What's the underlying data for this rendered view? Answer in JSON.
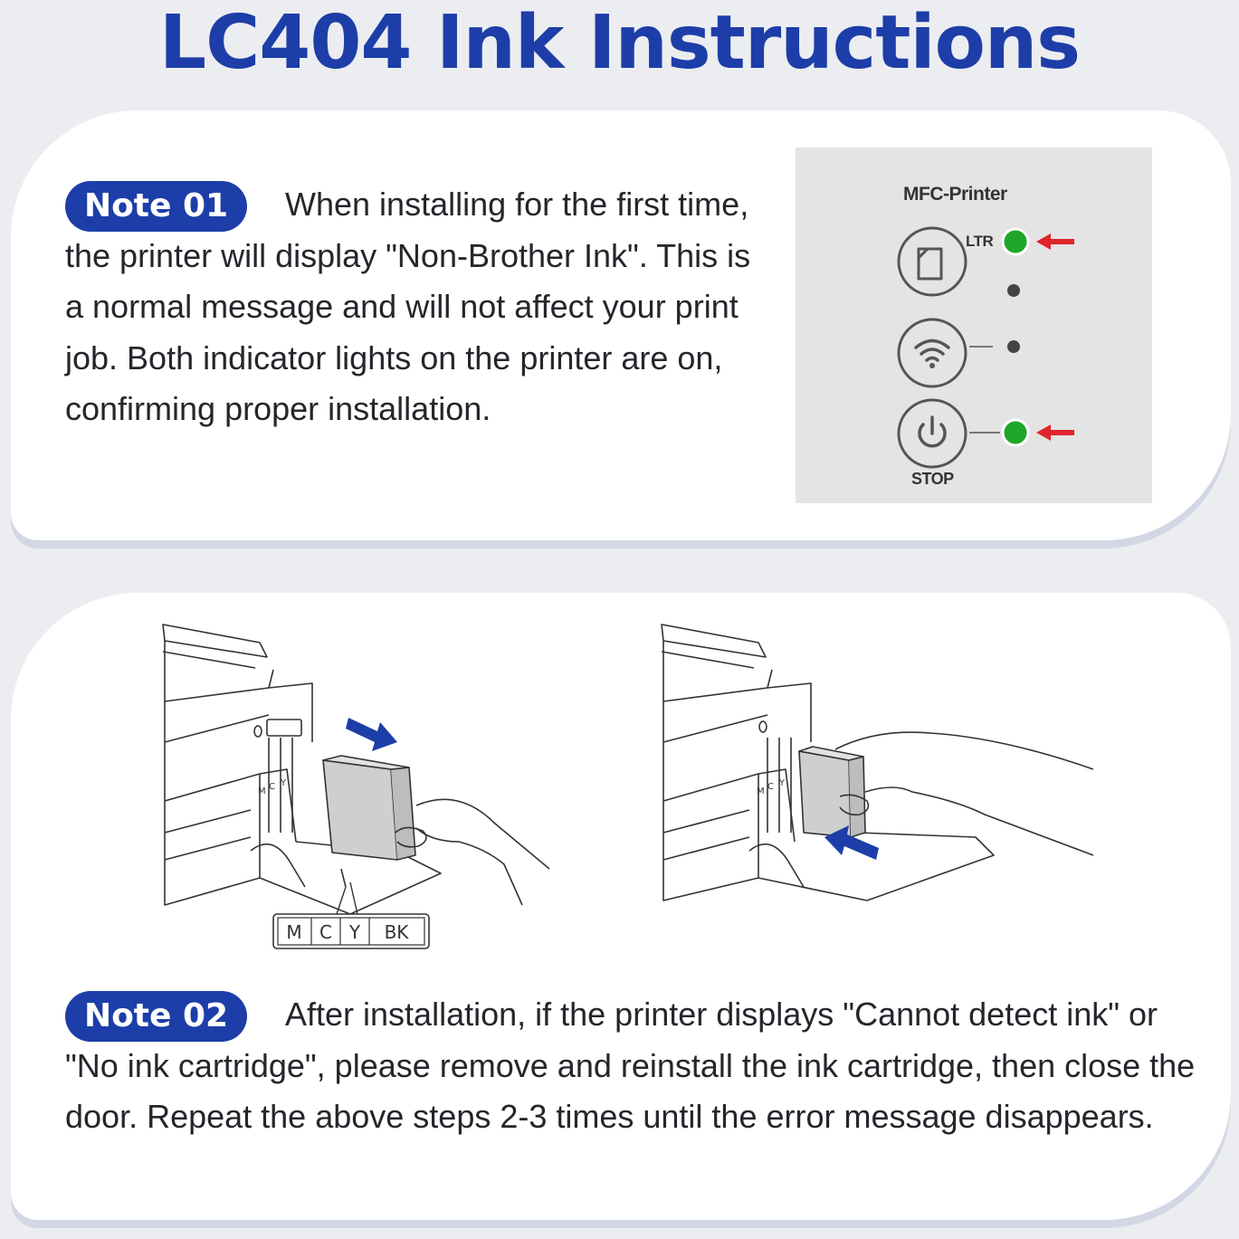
{
  "title": "LC404 Ink Instructions",
  "note1": {
    "badge": "Note 01",
    "text": "When installing for the first time, the printer will display \"Non-Brother Ink\". This is a normal message and will not affect your print job. Both indicator lights on the printer are on, confirming proper installation."
  },
  "panel": {
    "model": "MFC-Printer",
    "paper_label": "LTR",
    "stop_label": "STOP",
    "icons": [
      "paper-icon",
      "wifi-icon",
      "power-icon"
    ],
    "led_on_color": "#1fa629",
    "arrow_color": "#e0242b"
  },
  "illustration": {
    "slot_labels": [
      "M",
      "C",
      "Y",
      "BK"
    ],
    "arrow_color": "#1d3ea8"
  },
  "note2": {
    "badge": "Note 02",
    "text": "After installation, if the printer displays \"Cannot detect ink\" or \"No ink cartridge\", please remove and reinstall the ink cartridge, then close the door. Repeat the above steps 2-3 times until the error message disappears."
  },
  "colors": {
    "brand": "#1d3ea8",
    "background": "#ecedf0",
    "card": "#ffffff"
  }
}
